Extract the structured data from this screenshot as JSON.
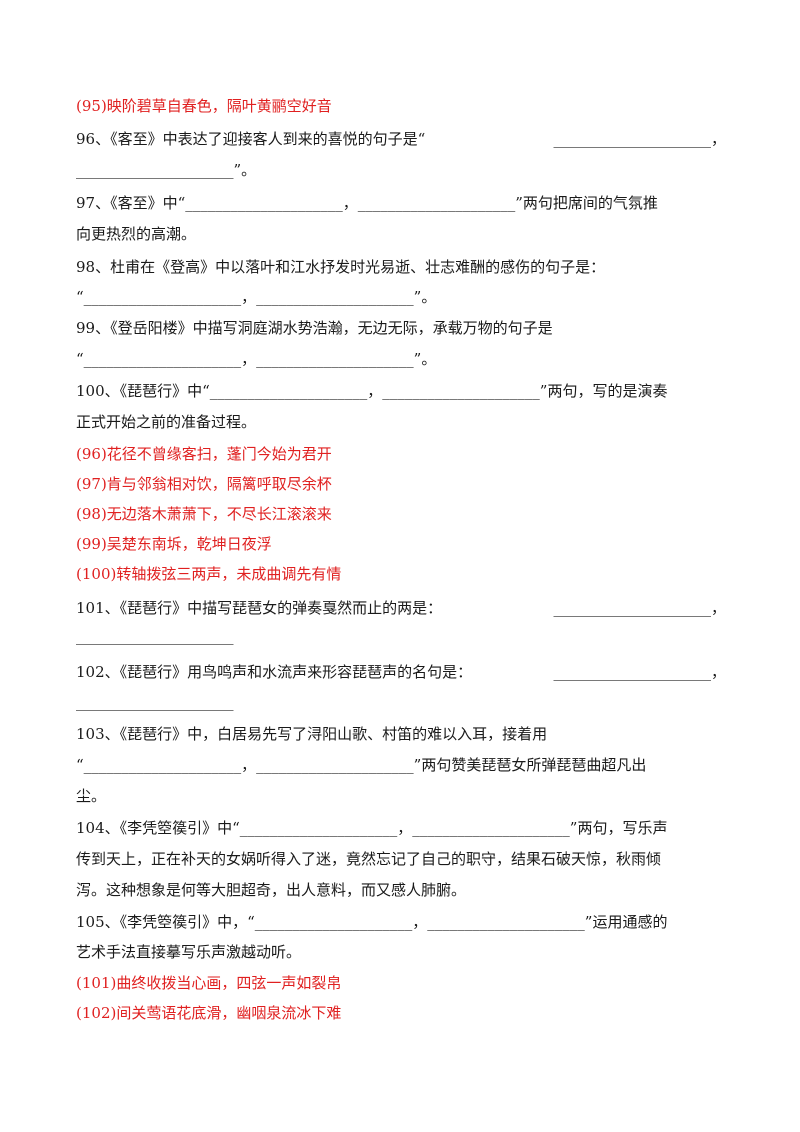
{
  "document": {
    "lines": [
      {
        "text": "(95)映阶碧草自春色，隔叶黄鹂空好音",
        "color": "#e02020"
      },
      {
        "left": "96、《客至》中表达了迎接客人到来的喜悦的句子是“",
        "right": "_____________________，"
      },
      {
        "text": "_____________________”。"
      },
      {
        "text": "97、《客至》中“_____________________，_____________________”两句把席间的气氛推"
      },
      {
        "text": "向更热烈的高潮。"
      },
      {
        "text": "98、杜甫在《登高》中以落叶和江水抒发时光易逝、壮志难酬的感伤的句子是："
      },
      {
        "text": "“_____________________，_____________________”。"
      },
      {
        "text": "99、《登岳阳楼》中描写洞庭湖水势浩瀚，无边无际，承载万物的句子是"
      },
      {
        "text": "“_____________________，_____________________”。"
      },
      {
        "text": "100、《琵琶行》中“_____________________，_____________________”两句，写的是演奏"
      },
      {
        "text": "正式开始之前的准备过程。"
      },
      {
        "text": "(96)花径不曾缘客扫，蓬门今始为君开",
        "color": "#e02020"
      },
      {
        "text": "(97)肯与邻翁相对饮，隔篱呼取尽余杯",
        "color": "#e02020"
      },
      {
        "text": "(98)无边落木萧萧下，不尽长江滚滚来",
        "color": "#e02020"
      },
      {
        "text": "(99)吴楚东南坼，乾坤日夜浮",
        "color": "#e02020"
      },
      {
        "text": "(100)转轴拨弦三两声，未成曲调先有情",
        "color": "#e02020"
      },
      {
        "left": "101、《琵琶行》中描写琵琶女的弹奏戛然而止的两是：",
        "right": "_____________________，"
      },
      {
        "text": "_____________________"
      },
      {
        "left": "102、《琵琶行》用鸟鸣声和水流声来形容琵琶声的名句是：",
        "right": "_____________________，"
      },
      {
        "text": "_____________________"
      },
      {
        "text": "103、《琵琶行》中，白居易先写了浔阳山歌、村笛的难以入耳，接着用"
      },
      {
        "text": "“_____________________，_____________________”两句赞美琵琶女所弹琵琶曲超凡出"
      },
      {
        "text": "尘。"
      },
      {
        "text": "104、《李凭箜篌引》中“_____________________，_____________________”两句，写乐声"
      },
      {
        "text": "传到天上，正在补天的女娲听得入了迷，竟然忘记了自己的职守，结果石破天惊，秋雨倾"
      },
      {
        "text": "泻。这种想象是何等大胆超奇，出人意料，而又感人肺腑。"
      },
      {
        "text": "105、《李凭箜篌引》中，“_____________________，_____________________”运用通感的"
      },
      {
        "text": "艺术手法直接摹写乐声激越动听。"
      },
      {
        "text": "(101)曲终收拨当心画，四弦一声如裂帛",
        "color": "#e02020"
      },
      {
        "text": "(102)间关莺语花底滑，幽咽泉流冰下难",
        "color": "#e02020"
      }
    ]
  }
}
